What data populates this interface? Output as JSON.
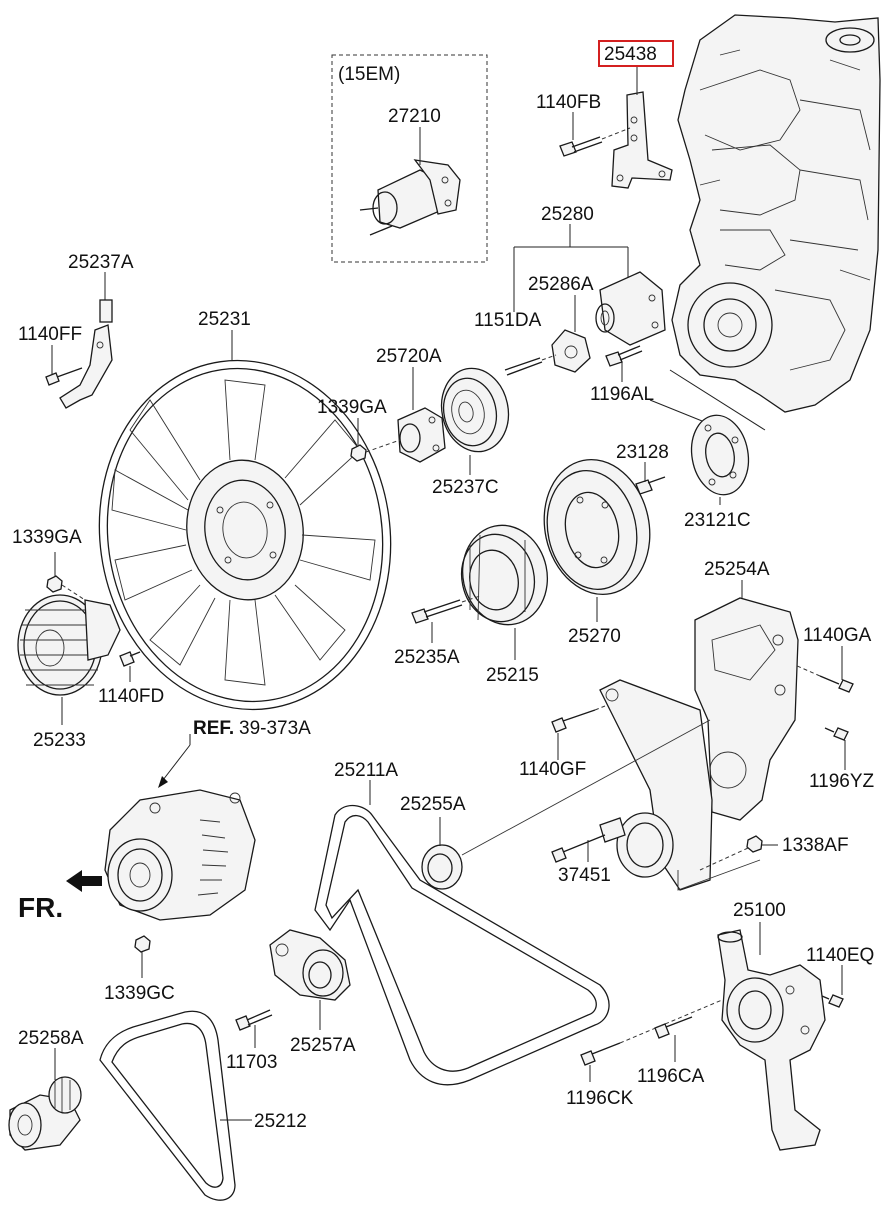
{
  "diagram": {
    "highlight_color": "#d42020",
    "labels": {
      "p25438": "25438",
      "p1140FB": "1140FB",
      "variant_15EM": "(15EM)",
      "p27210": "27210",
      "p25280": "25280",
      "p25286A": "25286A",
      "p1151DA": "1151DA",
      "p1196AL": "1196AL",
      "p25237A": "25237A",
      "p1140FF": "1140FF",
      "p25231": "25231",
      "p25720A": "25720A",
      "p1339GA_top": "1339GA",
      "p25237C": "25237C",
      "p23128": "23128",
      "p23121C": "23121C",
      "p1339GA_left": "1339GA",
      "p25254A": "25254A",
      "p1140GA": "1140GA",
      "p25235A": "25235A",
      "p25215": "25215",
      "p25270": "25270",
      "p1140FD": "1140FD",
      "p25233": "25233",
      "ref_bold": "REF.",
      "ref_num": "39-373A",
      "p1140GF": "1140GF",
      "p1196YZ": "1196YZ",
      "p25211A": "25211A",
      "p25255A": "25255A",
      "p1338AF": "1338AF",
      "p37451": "37451",
      "fr": "FR.",
      "p25100": "25100",
      "p1140EQ": "1140EQ",
      "p1339GC": "1339GC",
      "p25258A": "25258A",
      "p11703": "11703",
      "p25257A": "25257A",
      "p1196CA": "1196CA",
      "p1196CK": "1196CK",
      "p25212": "25212"
    }
  }
}
